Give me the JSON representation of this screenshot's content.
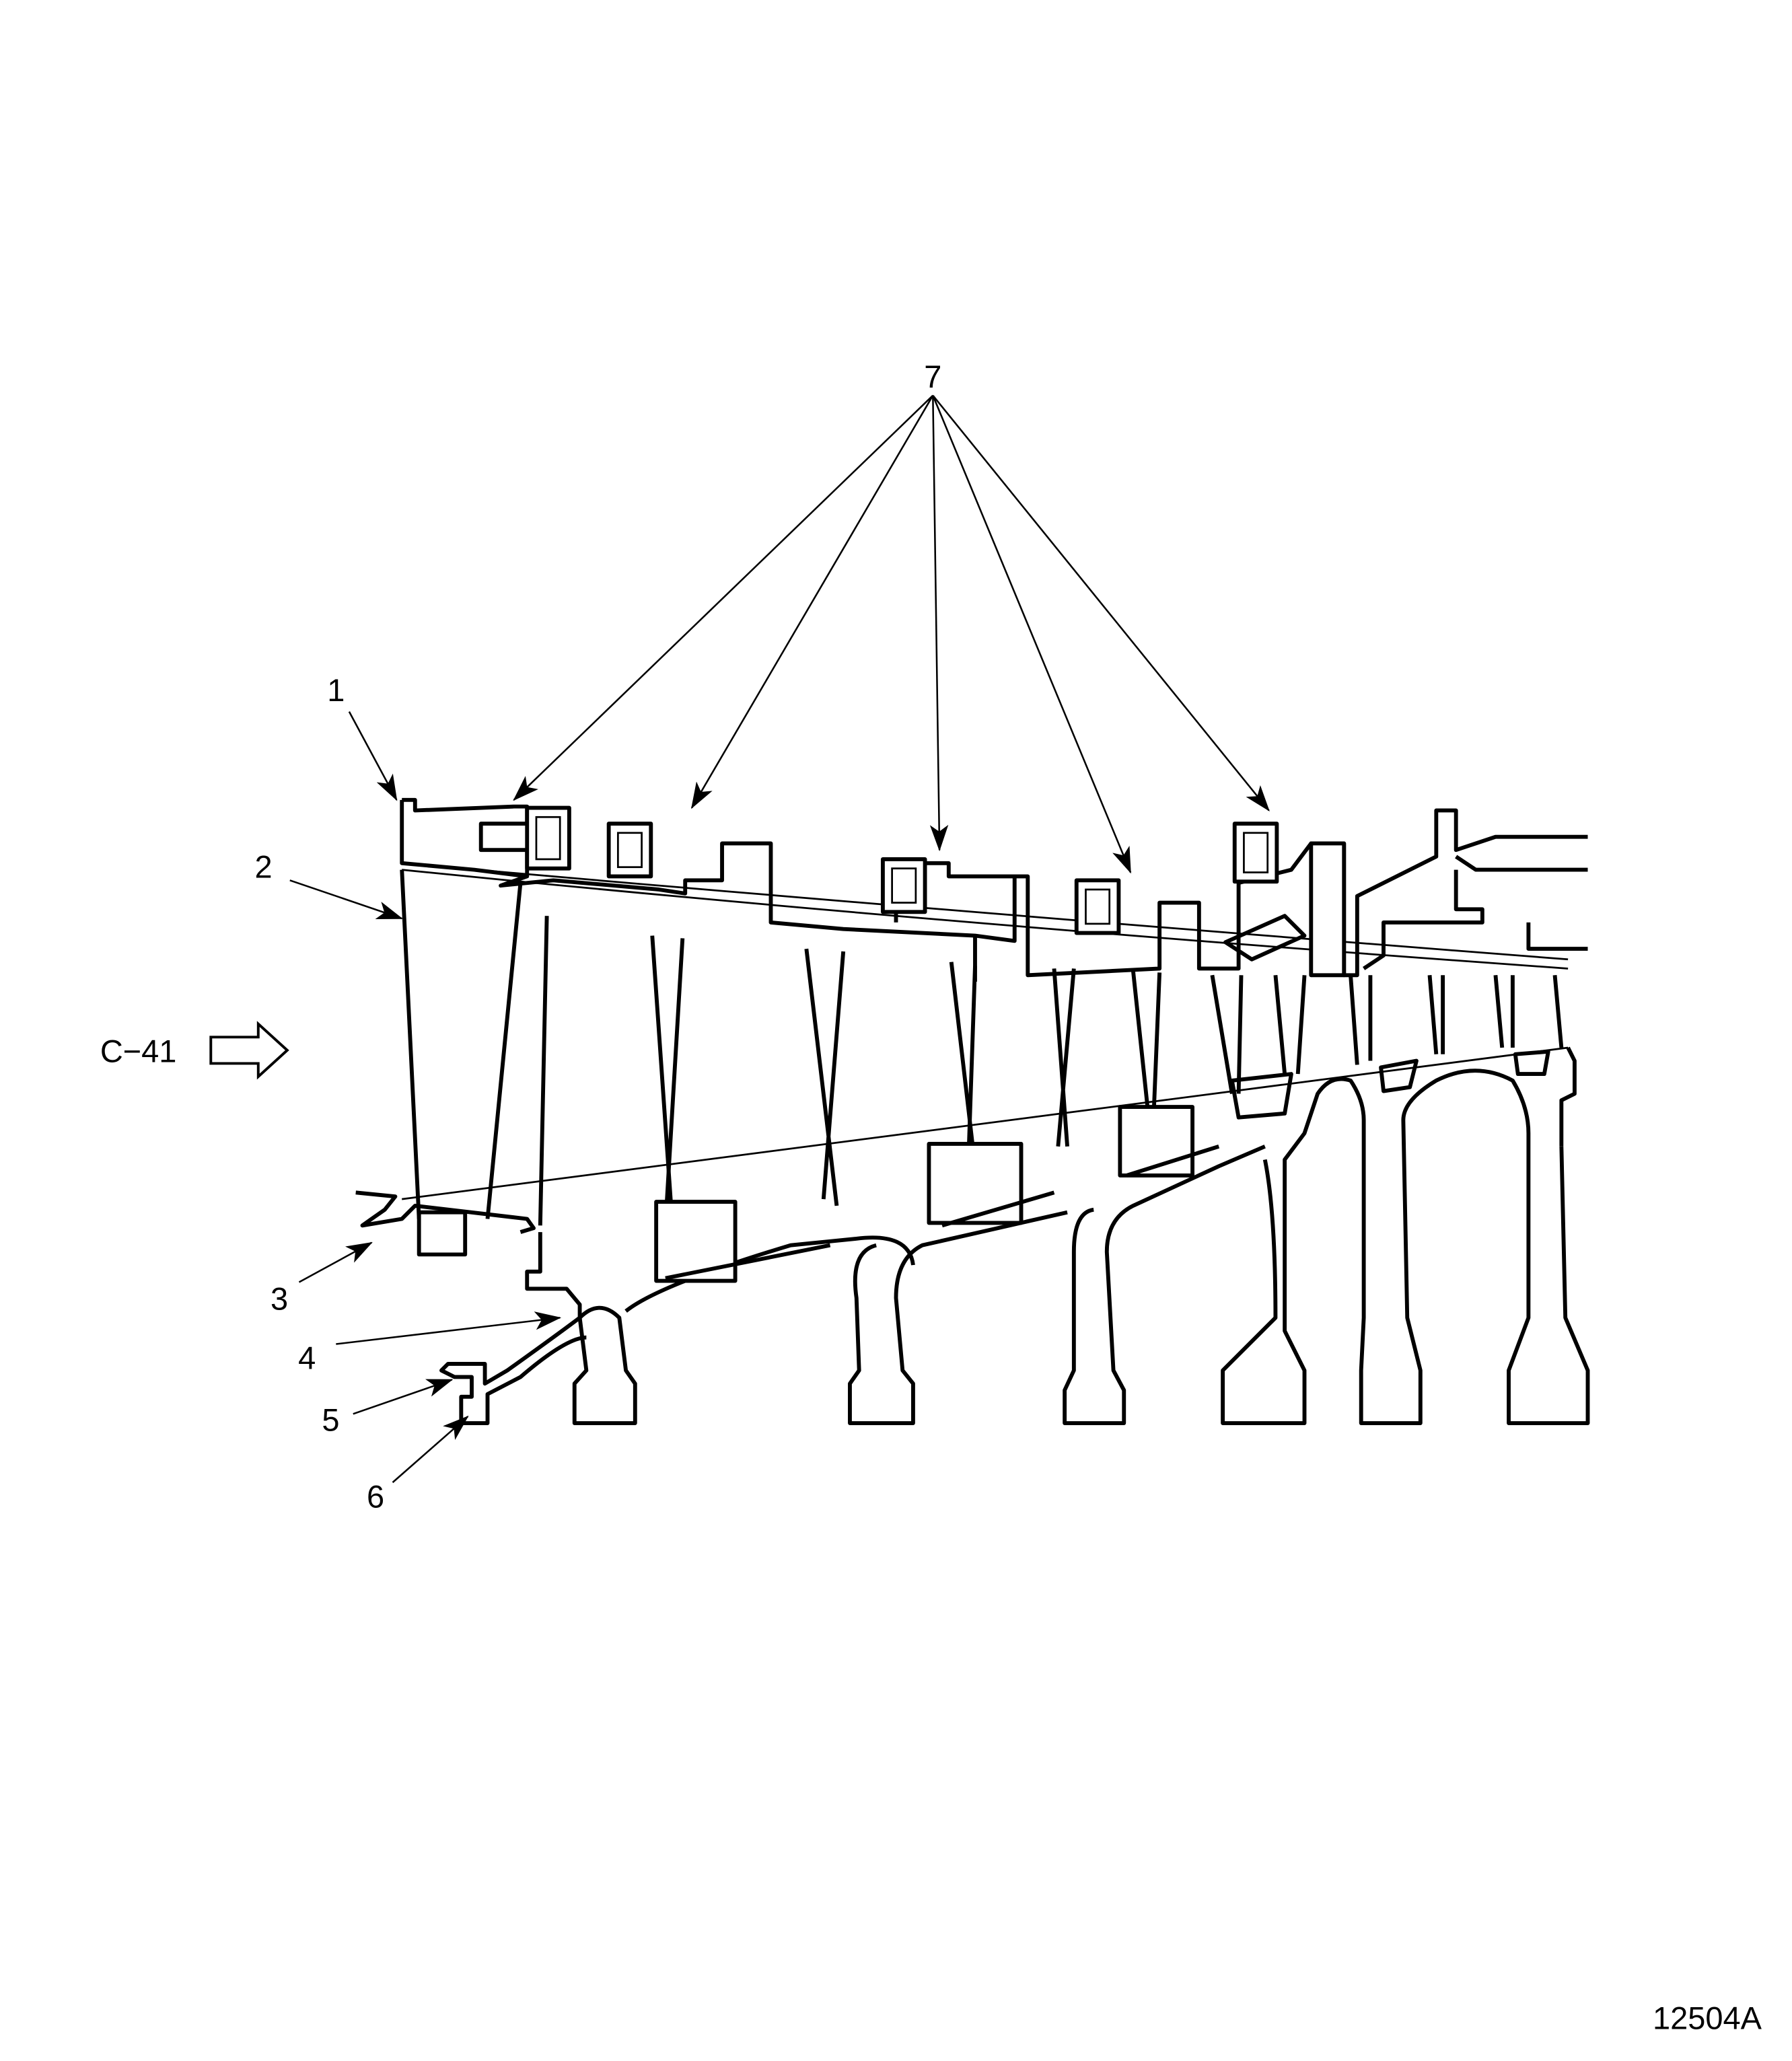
{
  "figure": {
    "callouts": [
      {
        "id": "1",
        "text": "1"
      },
      {
        "id": "2",
        "text": "2"
      },
      {
        "id": "3",
        "text": "3"
      },
      {
        "id": "4",
        "text": "4"
      },
      {
        "id": "5",
        "text": "5"
      },
      {
        "id": "6",
        "text": "6"
      },
      {
        "id": "7",
        "text": "7"
      }
    ],
    "view_reference": "C−41",
    "figure_number": "12504A"
  }
}
